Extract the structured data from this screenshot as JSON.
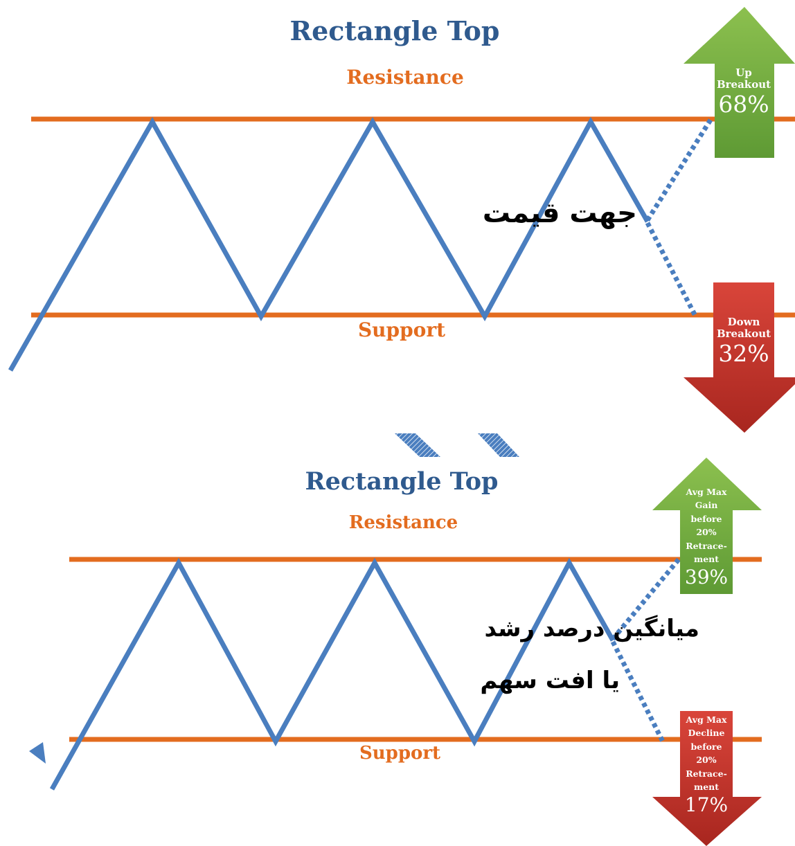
{
  "top_panel": {
    "title": "Rectangle Top",
    "resistance_label": "Resistance",
    "support_label": "Support",
    "persian_label": "جهت قیمت",
    "up_arrow": {
      "label_line1": "Up",
      "label_line2": "Breakout",
      "percent": "68%"
    },
    "down_arrow": {
      "label_line1": "Down",
      "label_line2": "Breakout",
      "percent": "32%"
    }
  },
  "bottom_panel": {
    "title": "Rectangle Top",
    "resistance_label": "Resistance",
    "support_label": "Support",
    "persian_line1": "میانگین درصد رشد",
    "persian_line2": "یا افت سهم",
    "up_arrow": {
      "label_lines": [
        "Avg Max",
        "Gain",
        "before",
        "20%",
        "Retrace-",
        "ment"
      ],
      "percent": "39%"
    },
    "down_arrow": {
      "label_lines": [
        "Avg Max",
        "Decline",
        "before",
        "20%",
        "Retrace-",
        "ment"
      ],
      "percent": "17%"
    }
  },
  "colors": {
    "level_line": "#e36c1f",
    "price_line": "#4a7ebf",
    "title": "#2f5a8e",
    "up_arrow": "#7fb24a",
    "down_arrow": "#c8372d"
  }
}
